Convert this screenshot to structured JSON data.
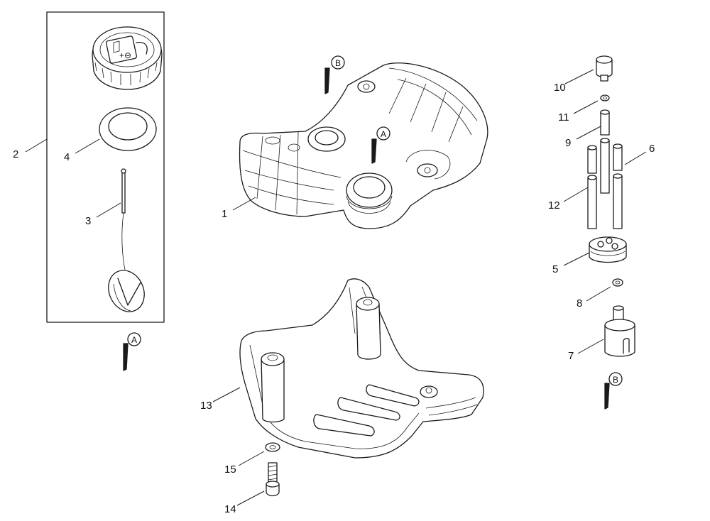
{
  "diagram": {
    "callouts": [
      {
        "id": "c1",
        "label": "1"
      },
      {
        "id": "c2",
        "label": "2"
      },
      {
        "id": "c3",
        "label": "3"
      },
      {
        "id": "c4",
        "label": "4"
      },
      {
        "id": "c5",
        "label": "5"
      },
      {
        "id": "c6",
        "label": "6"
      },
      {
        "id": "c7",
        "label": "7"
      },
      {
        "id": "c8",
        "label": "8"
      },
      {
        "id": "c9",
        "label": "9"
      },
      {
        "id": "c10",
        "label": "10"
      },
      {
        "id": "c11",
        "label": "11"
      },
      {
        "id": "c12",
        "label": "12"
      },
      {
        "id": "c13",
        "label": "13"
      },
      {
        "id": "c14",
        "label": "14"
      },
      {
        "id": "c15",
        "label": "15"
      }
    ],
    "references": {
      "a": "A",
      "b": "B"
    }
  }
}
